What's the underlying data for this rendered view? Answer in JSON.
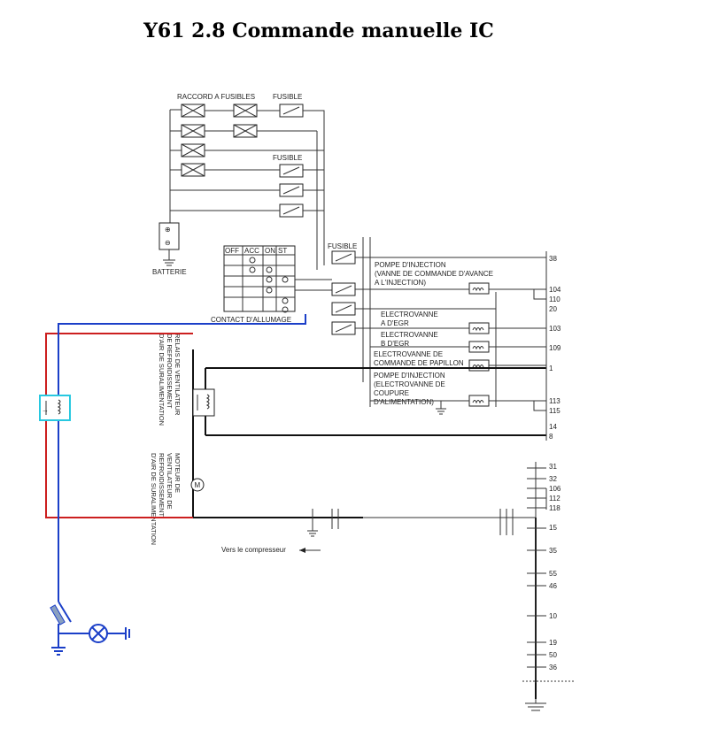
{
  "title": "Y61 2.8   Commande manuelle IC",
  "labels": {
    "raccord_fusibles": "RACCORD A FUSIBLES",
    "fusible_top": "FUSIBLE",
    "fusible_mid": "FUSIBLE",
    "fusible_right": "FUSIBLE",
    "batterie": "BATTERIE",
    "contact_allumage": "CONTACT D'ALLUMAGE",
    "pompe1_l1": "POMPE D'INJECTION",
    "pompe1_l2": "(VANNE DE COMMANDE D'AVANCE",
    "pompe1_l3": "A L'INJECTION)",
    "egr_a_l1": "ELECTROVANNE",
    "egr_a_l2": "A D'EGR",
    "egr_b_l1": "ELECTROVANNE",
    "egr_b_l2": "B D'EGR",
    "papillon_l1": "ELECTROVANNE DE",
    "papillon_l2": "COMMANDE DE PAPILLON",
    "pompe2_l1": "POMPE D'INJECTION",
    "pompe2_l2": "(ELECTROVANNE DE",
    "pompe2_l3": "COUPURE",
    "pompe2_l4": "D'ALIMENTATION)",
    "relais_l1": "RELAIS DE VENTILATEUR",
    "relais_l2": "DE REFROIDISSEMENT",
    "relais_l3": "D'AIR DE SURALIMENTATION",
    "moteur_l1": "MOTEUR DE",
    "moteur_l2": "VENTILATEUR DE",
    "moteur_l3": "REFROIDISSEMENT",
    "moteur_l4": "D'AIR DE SURALIMENTATION",
    "compresseur": "Vers le compresseur",
    "motor_symbol": "M",
    "battery_plus": "⊕",
    "battery_minus": "⊖",
    "relay_switch_mark": "→"
  },
  "switch_table": {
    "headers": [
      "OFF",
      "ACC",
      "ON",
      "ST"
    ]
  },
  "pins": {
    "p38": "38",
    "p104": "104",
    "p110": "110",
    "p20": "20",
    "p103": "103",
    "p109": "109",
    "p1": "1",
    "p113": "113",
    "p115": "115",
    "p14": "14",
    "p8": "8",
    "p31": "31",
    "p32": "32",
    "p106": "106",
    "p112": "112",
    "p118": "118",
    "p15": "15",
    "p35": "35",
    "p55": "55",
    "p46": "46",
    "p10": "10",
    "p19": "19",
    "p50": "50",
    "p36": "36"
  },
  "colors": {
    "red_wire": "#cc1f1f",
    "blue_wire": "#1b3fc8",
    "switch_highlight": "#28c8e0"
  }
}
